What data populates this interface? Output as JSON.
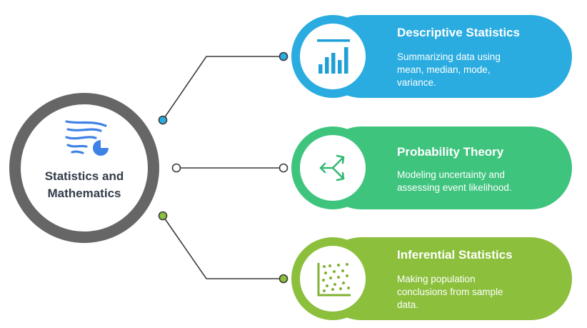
{
  "hub": {
    "label_line1": "Statistics and",
    "label_line2": "Mathematics",
    "icon": "wind-pie-chart-icon",
    "ring_color": "#666666"
  },
  "branches": [
    {
      "title": "Descriptive Statistics",
      "desc_lines": [
        "Summarizing data using",
        "mean, median, mode,",
        "variance."
      ],
      "icon": "bar-chart-icon",
      "color": "#2aace0",
      "dark": "#1f9fd6",
      "dot": "#2aace0"
    },
    {
      "title": "Probability Theory",
      "desc_lines": [
        "Modeling uncertainty and",
        "assessing event likelihood."
      ],
      "icon": "branching-arrows-icon",
      "color": "#3fc47e",
      "dark": "#35b972",
      "dot": "#ffffff"
    },
    {
      "title": "Inferential Statistics",
      "desc_lines": [
        "Making population",
        "conclusions from sample",
        "data."
      ],
      "icon": "scatter-plot-icon",
      "color": "#8bbf3c",
      "dark": "#7fb232",
      "dot": "#8bbf3c"
    }
  ]
}
